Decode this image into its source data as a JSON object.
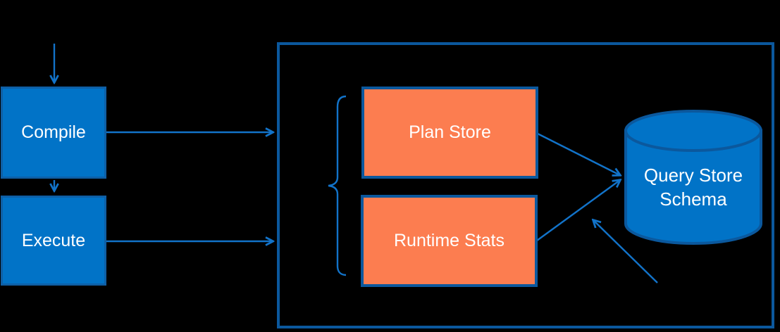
{
  "diagram": {
    "description": "Query Store architecture diagram",
    "colors": {
      "background": "#000000",
      "node_fill_blue": "#0173C7",
      "node_border_blue": "#0B589D",
      "node_fill_orange": "#FC7D50",
      "arrow_blue": "#1273C9",
      "label_text": "#FFFFFF"
    },
    "nodes": {
      "compile": {
        "label": "Compile"
      },
      "execute": {
        "label": "Execute"
      },
      "plan_store": {
        "label": "Plan Store"
      },
      "runtime_stats": {
        "label": "Runtime Stats"
      },
      "query_store_schema": {
        "label": "Query Store Schema"
      }
    }
  }
}
